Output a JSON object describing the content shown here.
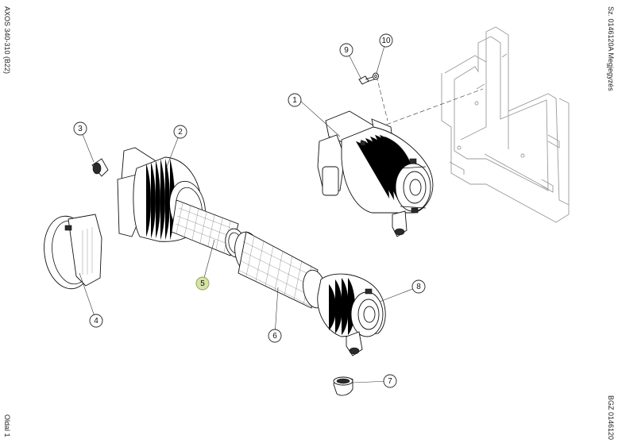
{
  "margin_text": {
    "left_top": "AXOS 340-310 (B22)",
    "left_bottom": "Oldal 1",
    "right_top": "Sz. 0146120A  Megjegyzés",
    "right_bottom": "BGZ 0146120"
  },
  "callouts": [
    {
      "id": "1",
      "label": "1",
      "highlighted": false
    },
    {
      "id": "2",
      "label": "2",
      "highlighted": false
    },
    {
      "id": "3",
      "label": "3",
      "highlighted": false
    },
    {
      "id": "4",
      "label": "4",
      "highlighted": false
    },
    {
      "id": "5",
      "label": "5",
      "highlighted": true
    },
    {
      "id": "6",
      "label": "6",
      "highlighted": false
    },
    {
      "id": "7",
      "label": "7",
      "highlighted": false
    },
    {
      "id": "8",
      "label": "8",
      "highlighted": false
    },
    {
      "id": "9",
      "label": "9",
      "highlighted": false
    },
    {
      "id": "10",
      "label": "10",
      "highlighted": false
    }
  ],
  "colors": {
    "callout_fill": "#ffffff",
    "callout_highlight_fill": "#d6e3a6",
    "callout_highlight_stroke": "#8aa04a",
    "line": "#111111",
    "frame": "#9a9a9a"
  }
}
